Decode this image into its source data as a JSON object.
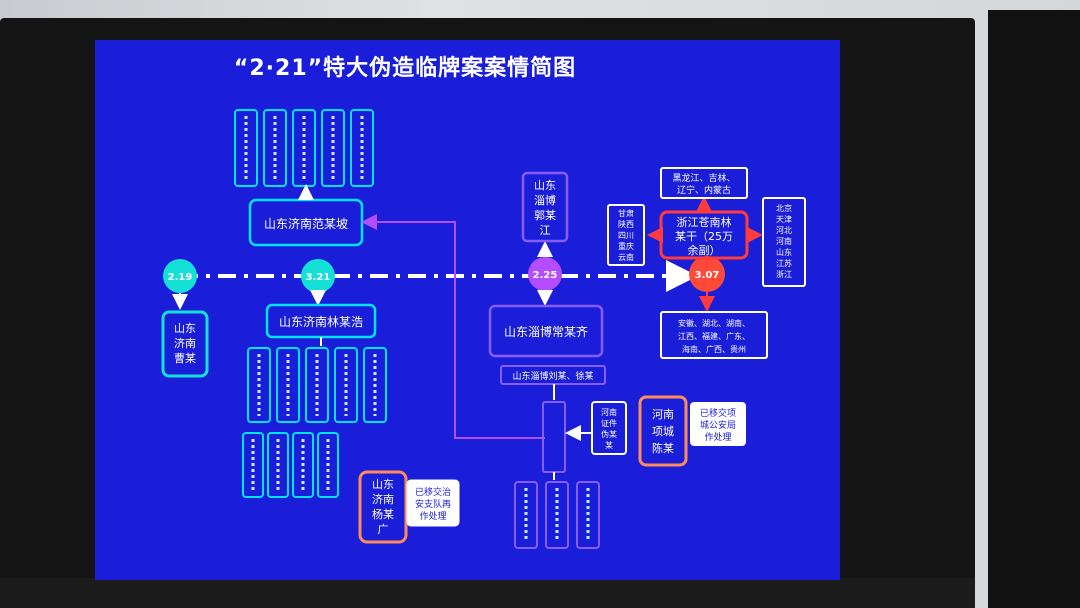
{
  "title": "“2·21”特大伪造临牌案案情简图",
  "nodes": {
    "jinan_fan": "山东济南范某坡",
    "jinan_lin": "山东济南林某浩",
    "jinan_cao": [
      "山东",
      "济南",
      "曹某"
    ],
    "zibo_guo": [
      "山东",
      "淄博",
      "郭某",
      "江"
    ],
    "zibo_chang": "山东淄博常某齐",
    "zibo_liu_xu": "山东淄博刘某、徐某",
    "zhejiang_lin": [
      "浙江苍南林",
      "某干（25万",
      "余副）"
    ],
    "henan_chen": [
      "河南",
      "项城",
      "陈某"
    ],
    "jinan_yang": [
      "山东",
      "济南",
      "杨某",
      "广"
    ],
    "henan_small": [
      "河南",
      "证件",
      "伪某",
      "某"
    ]
  },
  "timeline": [
    "2.19",
    "3.21",
    "2.25",
    "3.07"
  ],
  "regions": {
    "top": [
      "黑龙江、吉林、",
      "辽宁、内蒙古"
    ],
    "left": [
      "甘肃",
      "陕西",
      "四川",
      "重庆",
      "云南"
    ],
    "right": [
      "北京",
      "天津",
      "河北",
      "河南",
      "山东",
      "江苏",
      "浙江"
    ],
    "bottom": [
      "安徽、湖北、湖南、",
      "江西、福建、广东、",
      "海南、广西、贵州"
    ]
  },
  "notes": {
    "handed_over_1": [
      "已移交治",
      "安支队再",
      "作处理"
    ],
    "handed_over_2": [
      "已移交项",
      "城公安局",
      "作处理"
    ]
  },
  "colors": {
    "screen_bg": "#1a1ed8",
    "box_border": "#00e5ff",
    "purple_box": "#8a5cff",
    "red_box": "#ff3b3b",
    "orange_box": "#ff8a5c",
    "cyan_node": "#15e0d8",
    "purple_node": "#b44cff",
    "red_node": "#ff4a3a"
  }
}
